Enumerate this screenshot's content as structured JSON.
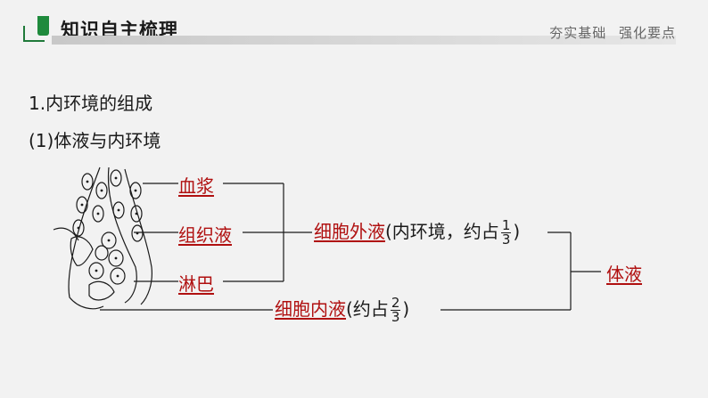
{
  "header": {
    "section_title": "知识自主梳理",
    "tagline": "夯实基础  强化要点"
  },
  "content": {
    "heading_1": "1.内环境的组成",
    "heading_2": "(1)体液与内环境"
  },
  "diagram": {
    "plasma": "血浆",
    "tissue_fluid": "组织液",
    "lymph": "淋巴",
    "extracellular_fluid": "细胞外液",
    "extracellular_note_prefix": "(内环境，约占",
    "extracellular_fraction": {
      "numerator": "1",
      "denominator": "3"
    },
    "extracellular_note_suffix": ")",
    "intracellular_fluid": "细胞内液",
    "intracellular_note_prefix": "(约占",
    "intracellular_fraction": {
      "numerator": "2",
      "denominator": "3"
    },
    "intracellular_note_suffix": ")",
    "body_fluid": "体液"
  }
}
